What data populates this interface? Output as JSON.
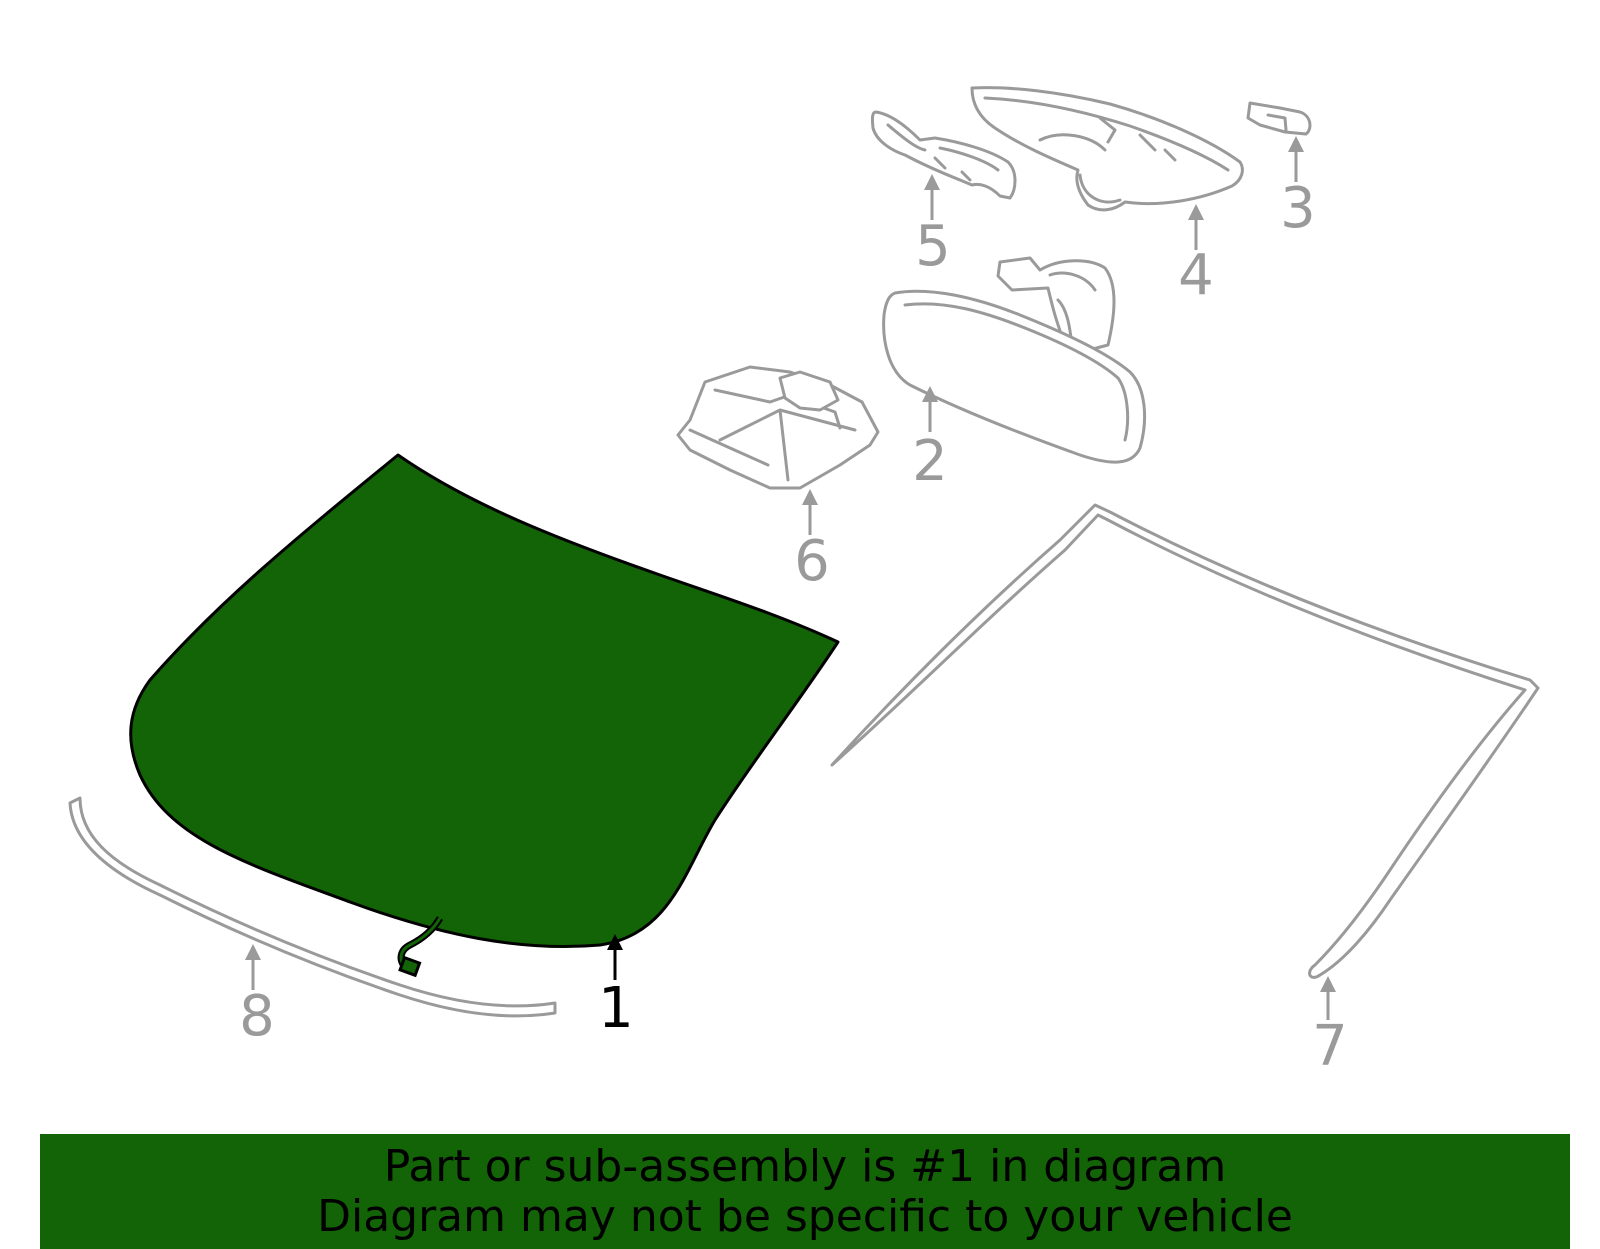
{
  "colors": {
    "highlight_fill": "#136307",
    "banner_bg": "#136307",
    "dim_line": "#9a9a9a",
    "highlight_callout": "#000000"
  },
  "callouts": {
    "c1": "1",
    "c2": "2",
    "c3": "3",
    "c4": "4",
    "c5": "5",
    "c6": "6",
    "c7": "7",
    "c8": "8"
  },
  "highlighted_part": "1",
  "banner": {
    "line1": "Part or sub-assembly is #1 in diagram",
    "line2": "Diagram may not be specific to your vehicle"
  }
}
